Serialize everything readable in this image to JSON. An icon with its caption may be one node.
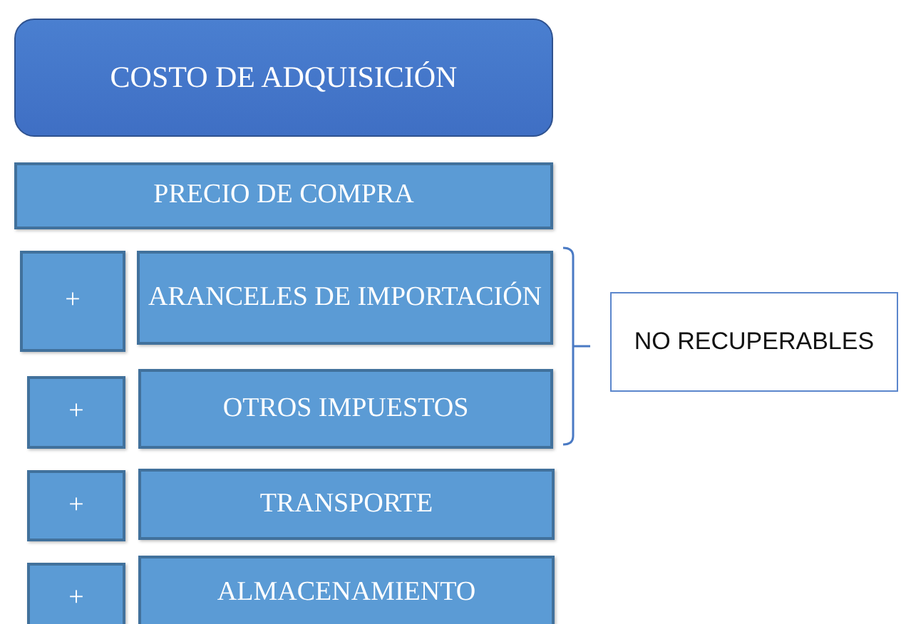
{
  "diagram": {
    "nodes": [
      {
        "text": [
          "COSTO DE ADQUISICIÓN"
        ]
      },
      {
        "text": [
          "PRECIO DE COMPRA"
        ]
      },
      {
        "text": [
          "+"
        ]
      },
      {
        "text": [
          "ARANCELES DE IMPORTACIÓN"
        ]
      },
      {
        "text": [
          "+"
        ]
      },
      {
        "text": [
          "OTROS IMPUESTOS"
        ]
      },
      {
        "text": [
          "+"
        ]
      },
      {
        "text": [
          "TRANSPORTE"
        ]
      },
      {
        "text": [
          "+"
        ]
      },
      {
        "text": [
          "ALMACENAMIENTO"
        ]
      },
      {
        "text": [
          "NO RECUPERABLES"
        ]
      }
    ]
  }
}
